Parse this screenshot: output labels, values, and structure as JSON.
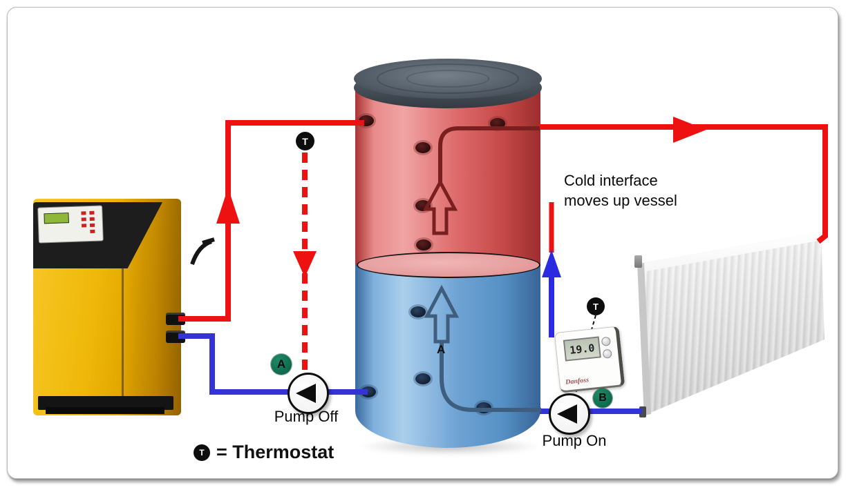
{
  "legend": {
    "symbol": "T",
    "label": "= Thermostat"
  },
  "annotations": {
    "cold_interface": [
      "Cold interface",
      "moves up vessel"
    ],
    "vessel_flow_label": "A"
  },
  "pumps": {
    "left": "Pump Off",
    "right": "Pump On"
  },
  "badges": {
    "a": "A",
    "b": "B",
    "thermostat": "T"
  },
  "thermostat_device": {
    "display": "19.0",
    "brand": "Danfoss"
  },
  "colors": {
    "hot_pipe": "#ee1111",
    "cold_pipe": "#3434d6",
    "hot_internal": "#7a1f1f",
    "cold_internal": "#3f5e7e",
    "vessel_hot": "#d96060",
    "vessel_cold": "#5b9bd5",
    "badge_green": "#0d6a4e",
    "boiler_yellow": "#f0b90a"
  }
}
